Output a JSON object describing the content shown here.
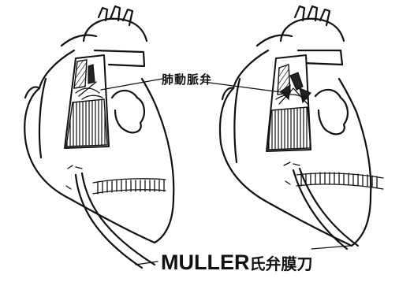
{
  "labels": {
    "pulmonary_valve": "肺動脈弁",
    "muller_latin": "MULLER",
    "muller_cjk": "氏弁膜刀"
  }
}
